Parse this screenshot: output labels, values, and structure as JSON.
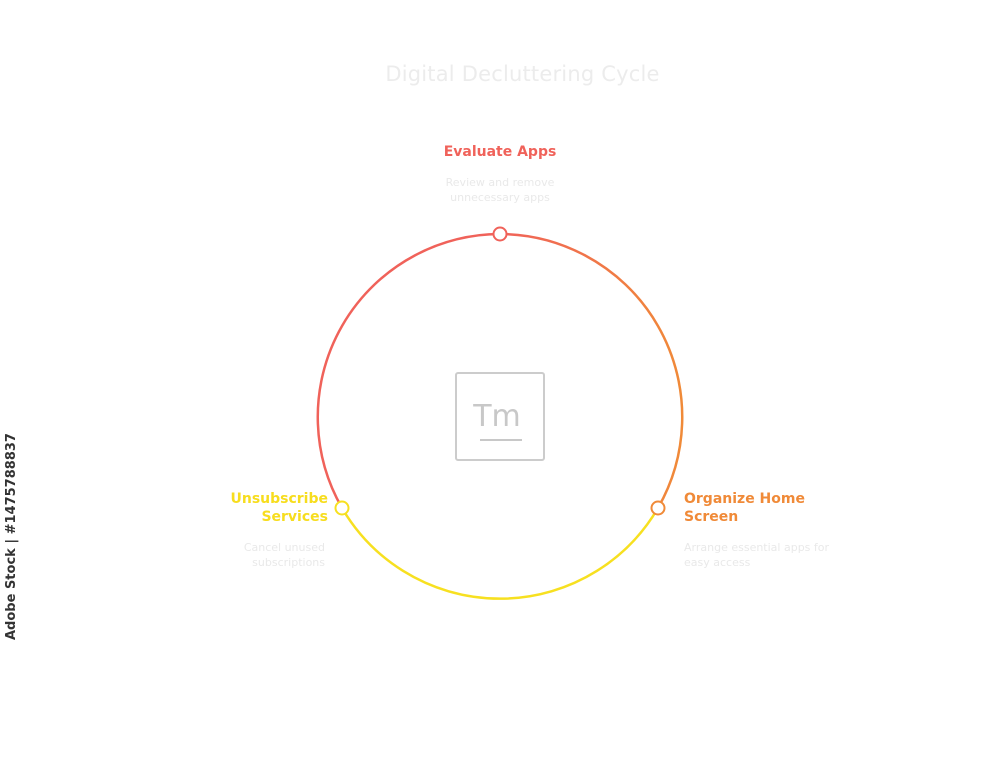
{
  "title": "Digital Decluttering Cycle",
  "colors": {
    "red": "#f0625a",
    "orange": "#f08a38",
    "yellow": "#f7e020",
    "logo": "#cccccc"
  },
  "stages": {
    "evaluate": {
      "title": "Evaluate Apps",
      "description": "Review and remove unnecessary apps",
      "color": "#f0625a"
    },
    "organize": {
      "title": "Organize Home Screen",
      "description": "Arrange essential apps for easy access",
      "color": "#f08a38"
    },
    "unsubscribe": {
      "title": "Unsubscribe Services",
      "description": "Cancel unused subscriptions",
      "color": "#f7dd1e"
    }
  },
  "center_logo": {
    "text": "Tm",
    "icon": "tm-logo-icon"
  },
  "watermark": "Adobe Stock | #1475788837"
}
